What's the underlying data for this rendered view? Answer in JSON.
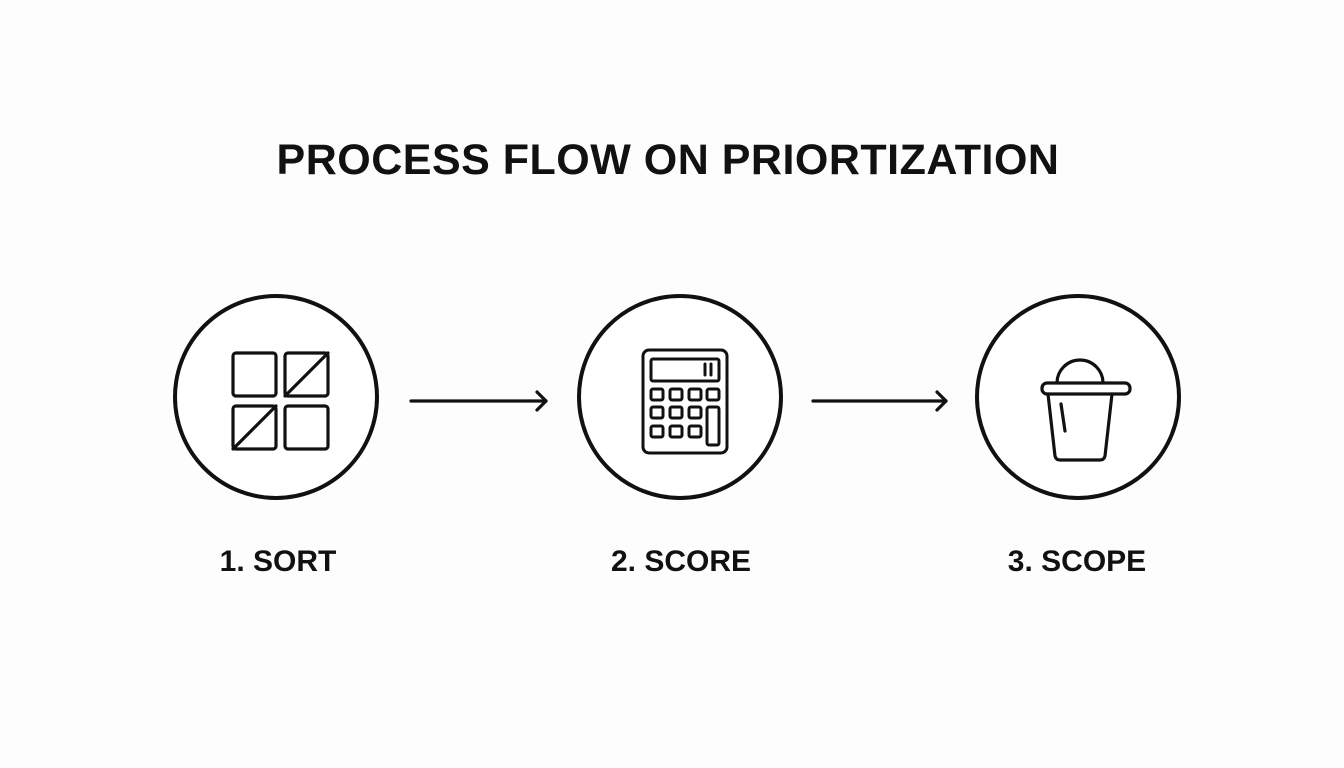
{
  "title": "PROCESS FLOW ON PRIORTIZATION",
  "steps": [
    {
      "label": "1. SORT",
      "icon": "grid-sort-icon"
    },
    {
      "label": "2. SCORE",
      "icon": "calculator-icon"
    },
    {
      "label": "3. SCOPE",
      "icon": "bucket-icon"
    }
  ],
  "connectors": [
    "arrow-right",
    "arrow-right"
  ],
  "colors": {
    "stroke": "#111111",
    "background": "#fdfdfd"
  }
}
